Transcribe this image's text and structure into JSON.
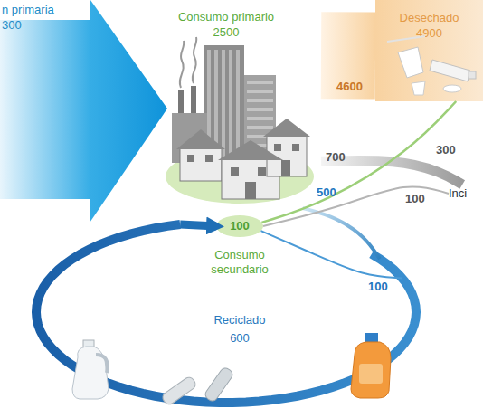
{
  "diagram": {
    "nodes": [
      {
        "text": [
          "n primaria",
          "300"
        ]
      },
      {
        "text": [
          "Consumo primario",
          "2500"
        ]
      },
      {
        "text": [
          "Desechado",
          "4900"
        ]
      },
      {
        "text": [
          "Inci"
        ]
      },
      {
        "text": [
          "100",
          "Consumo secundario"
        ]
      },
      {
        "text": [
          "Reciclado",
          "600"
        ]
      }
    ],
    "edges": [
      {
        "from": 0,
        "to": 1,
        "arrow": "to"
      },
      {
        "from": 1,
        "to": 2,
        "label": "4600",
        "arrow": "none"
      },
      {
        "from": 1,
        "to": 3,
        "label": "700",
        "arrow": "none"
      },
      {
        "from": 1,
        "to": 5,
        "label": "500",
        "arrow": "none"
      },
      {
        "from": 4,
        "to": 2,
        "label": "300",
        "arrow": "none"
      },
      {
        "from": 4,
        "to": 3,
        "label": "100",
        "arrow": "none"
      },
      {
        "from": 4,
        "to": 5,
        "label": "100",
        "arrow": "none"
      },
      {
        "from": 5,
        "to": 4,
        "arrow": "to"
      }
    ]
  }
}
